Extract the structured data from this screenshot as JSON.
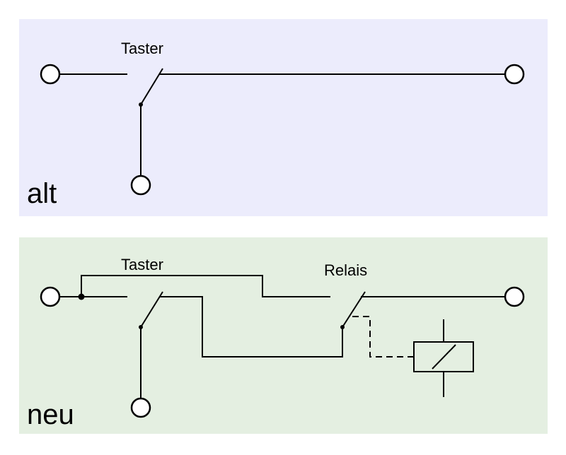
{
  "panels": {
    "alt": {
      "label": "alt",
      "background": "#ececfc",
      "switch_label": "Taster"
    },
    "neu": {
      "label": "neu",
      "background": "#e4efe1",
      "switch_label": "Taster",
      "relay_label": "Relais"
    }
  }
}
